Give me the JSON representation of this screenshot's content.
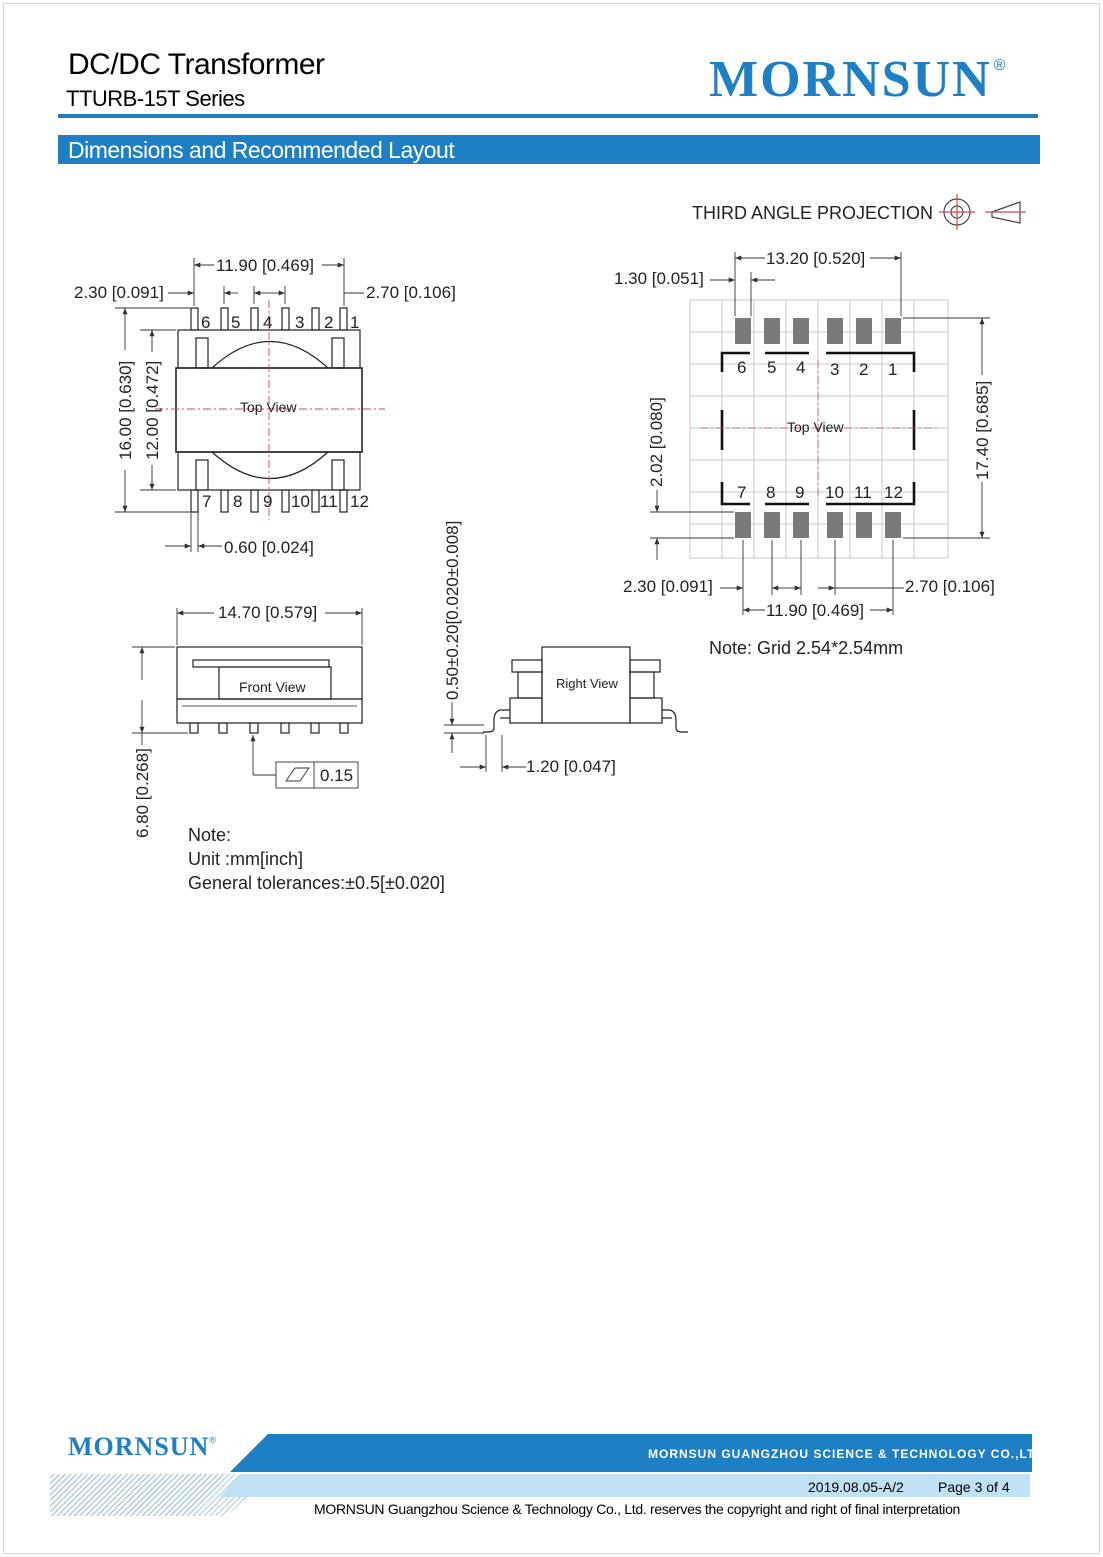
{
  "header": {
    "title": "DC/DC Transformer",
    "series": "TTURB-15T Series",
    "brand": "MORNSUN",
    "brand_mark": "®"
  },
  "section": {
    "title": "Dimensions and Recommended Layout"
  },
  "projection": {
    "label": "THIRD ANGLE PROJECTION"
  },
  "top_view": {
    "label": "Top View",
    "pins_top": [
      "6",
      "5",
      "4",
      "3",
      "2",
      "1"
    ],
    "pins_bottom": [
      "7",
      "8",
      "9",
      "10",
      "11",
      "12"
    ],
    "dim_pitch_span": "11.90 [0.469]",
    "dim_left_offset": "2.30 [0.091]",
    "dim_right_offset": "2.70 [0.106]",
    "dim_height_total": "16.00 [0.630]",
    "dim_height_body": "12.00 [0.472]",
    "dim_pin_width": "0.60 [0.024]"
  },
  "front_view": {
    "label": "Front View",
    "dim_width": "14.70 [0.579]",
    "dim_height": "6.80 [0.268]",
    "flatness": "0.15"
  },
  "right_view": {
    "label": "Right View",
    "dim_thickness": "0.50±0.20[0.020±0.008]",
    "dim_foot": "1.20 [0.047]"
  },
  "layout": {
    "label": "Top View",
    "pins_top": [
      "6",
      "5",
      "4",
      "3",
      "2",
      "1"
    ],
    "pins_bottom": [
      "7",
      "8",
      "9",
      "10",
      "11",
      "12"
    ],
    "dim_span": "13.20 [0.520]",
    "dim_pad_width": "1.30 [0.051]",
    "dim_pad_length": "2.02 [0.080]",
    "dim_height": "17.40 [0.685]",
    "dim_left_offset": "2.30 [0.091]",
    "dim_right_offset": "2.70 [0.106]",
    "dim_pitch_span": "11.90 [0.469]",
    "grid_note": "Note: Grid 2.54*2.54mm"
  },
  "notes": {
    "heading": "Note:",
    "unit": "Unit :mm[inch]",
    "tolerance": "General tolerances:±0.5[±0.020]"
  },
  "footer": {
    "brand": "MORNSUN",
    "brand_mark": "®",
    "company": "MORNSUN GUANGZHOU SCIENCE & TECHNOLOGY CO.,LTD.",
    "revision": "2019.08.05-A/2",
    "page": "Page 3 of 4",
    "copyright": "MORNSUN Guangzhou Science & Technology Co., Ltd. reserves the copyright and right of final interpretation"
  },
  "colors": {
    "brand_blue": "#1f7fc4",
    "light_blue": "#bfe0f5",
    "pad_gray": "#7a7a7a"
  }
}
